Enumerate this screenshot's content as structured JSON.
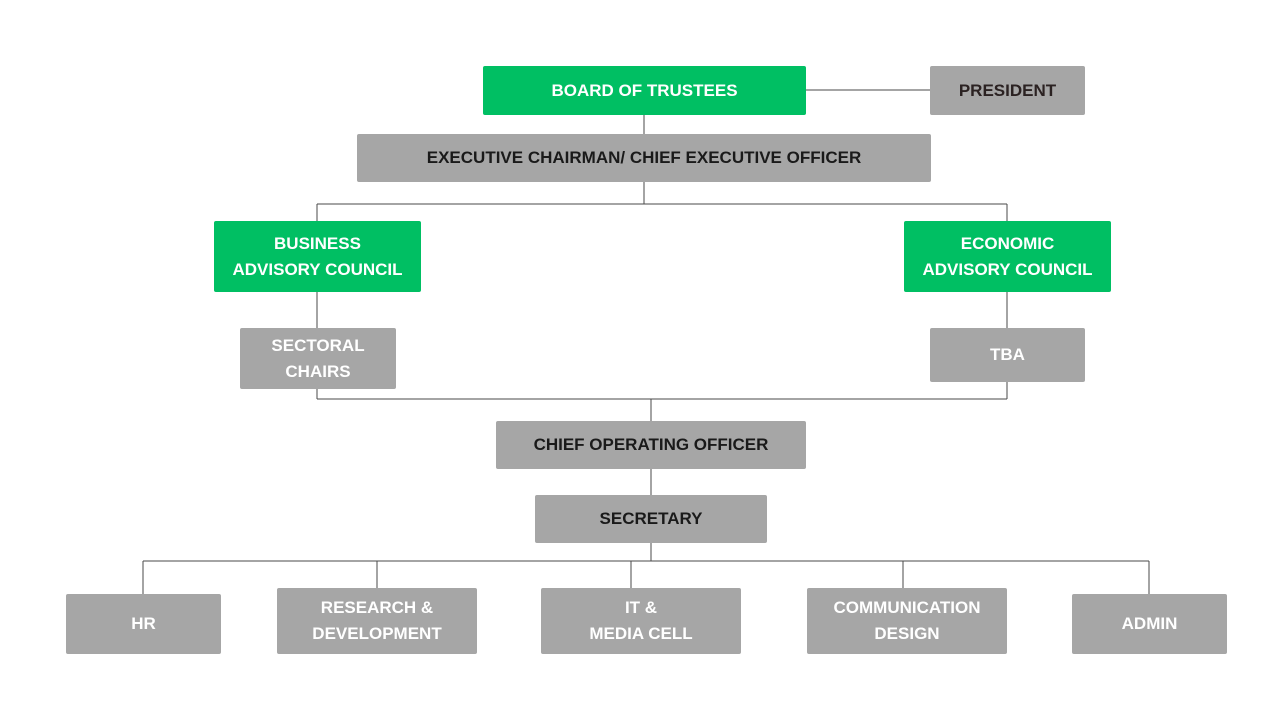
{
  "org_chart": {
    "board": "BOARD OF TRUSTEES",
    "president": "PRESIDENT",
    "ceo": "EXECUTIVE CHAIRMAN/ CHIEF EXECUTIVE OFFICER",
    "business_council": "BUSINESS\nADVISORY COUNCIL",
    "economic_council": "ECONOMIC\nADVISORY COUNCIL",
    "sectoral_chairs": "SECTORAL\nCHAIRS",
    "tba": "TBA",
    "coo": "CHIEF OPERATING OFFICER",
    "secretary": "SECRETARY",
    "departments": {
      "hr": "HR",
      "research": "RESEARCH &\nDEVELOPMENT",
      "it_media": "IT &\nMEDIA CELL",
      "communication": "COMMUNICATION\nDESIGN",
      "admin": "ADMIN"
    }
  },
  "colors": {
    "green": "#00bf63",
    "grey": "#a6a6a6",
    "connector": "#4a4a4a"
  }
}
